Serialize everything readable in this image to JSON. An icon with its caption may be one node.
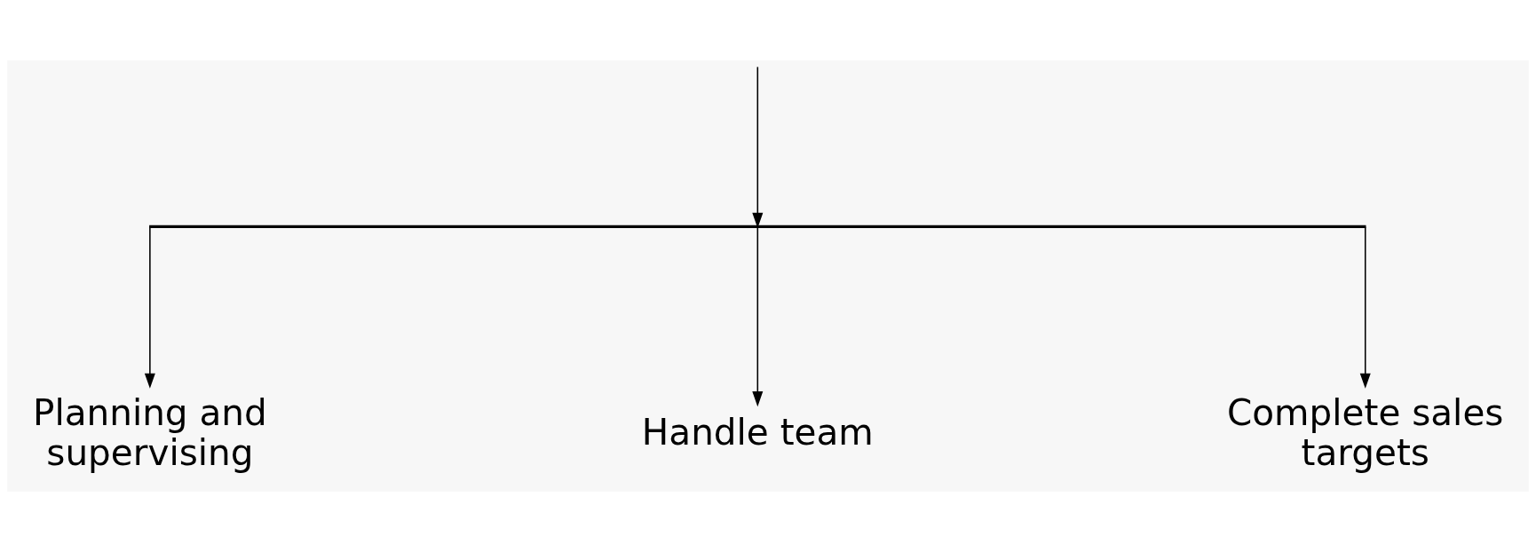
{
  "diagram": {
    "nodes": [
      {
        "text": [],
        "shape": "bar"
      },
      {
        "text": [
          "Planning and supervising"
        ]
      },
      {
        "text": [
          "Handle team"
        ]
      },
      {
        "text": [
          "Complete sales targets"
        ]
      }
    ],
    "edges": [
      {
        "from": null,
        "to": 0,
        "arrow": "to"
      },
      {
        "from": 0,
        "to": 1,
        "arrow": "to"
      },
      {
        "from": 0,
        "to": 2,
        "arrow": "to"
      },
      {
        "from": 0,
        "to": 3,
        "arrow": "to"
      }
    ]
  }
}
